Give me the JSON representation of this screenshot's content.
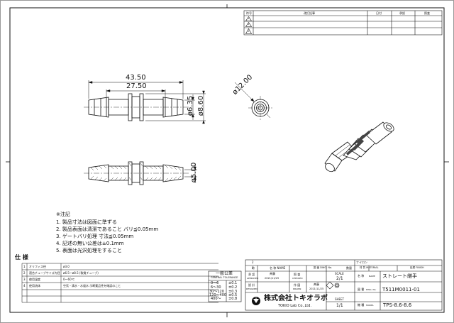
{
  "revision_table": {
    "headers": {
      "no": "符号",
      "desc": "改訂記事",
      "date": "日付",
      "approval": "承認",
      "check": "照査"
    },
    "marks": [
      "1",
      "2",
      "3"
    ]
  },
  "front_view": {
    "overall_length": "43.50",
    "inner_length": "27.50",
    "diameter_inner": "ø6.35",
    "diameter_outer": "ø8.60"
  },
  "section_view": {
    "bore": "ø5.00"
  },
  "end_view": {
    "flange": "ø12.00"
  },
  "notes": {
    "heading": "※注記",
    "items": [
      "1. 製品寸法は図面に準ずる",
      "2. 製品表面は清潔であること バリ≦0.05mm",
      "3. ゲートバリ処理 寸法≦0.05mm",
      "4. 記述の無い公差は±0.1mm",
      "5. 表面は光沢処理をすること"
    ]
  },
  "spec": {
    "heading": "仕 様",
    "rows": [
      {
        "no": "1",
        "label": "オリフィス径",
        "value": "ø3.0"
      },
      {
        "no": "2",
        "label": "適合チューブサイズ内径",
        "value": "ø6.5～ø8.5 (軟質チューブ)"
      },
      {
        "no": "3",
        "label": "使用温度",
        "value": "0～60℃"
      },
      {
        "no": "4",
        "label": "使用流体",
        "value": "空気・清水・水道水  示断薬品性を確認のこと"
      }
    ]
  },
  "tolerance": {
    "title": "一般公差",
    "subtitle": "GENERAL TOLERANCE",
    "rows": [
      {
        "range": "0～6",
        "tol": "±0.1"
      },
      {
        "range": "6～30",
        "tol": "±0.2"
      },
      {
        "range": "30～120",
        "tol": "±0.3"
      },
      {
        "range": "120～400",
        "tol": "±0.5"
      },
      {
        "range": "400～",
        "tol": "±0.8"
      }
    ]
  },
  "title_block": {
    "qty_marks": [
      "1",
      "2"
    ],
    "header": {
      "no_label": "符",
      "name_label": "名 称 NAME",
      "dwg_label": "図 番 DWG. No.",
      "qty_label": "数量",
      "material_label": "材 質 MATERIAL",
      "finish_label": "処理 FINISH"
    },
    "approved_label": "承 認",
    "approved_en": "APPROVED",
    "checked_label": "照 査",
    "checked_en": "CHECKED",
    "designed_label": "設 計",
    "designed_en": "DESIGNED",
    "drawn_label": "作 図",
    "drawn_en": "DRAWN",
    "approver": "斉藤",
    "approved_date": "2021/11/25",
    "drafter": "斉藤",
    "drawn_date": "2021/11/25",
    "scale_label": "SCALE",
    "scale": "2/1",
    "sheet_label": "SHEET",
    "sheet": "1/1",
    "material": "ナイロン",
    "name_row_label": "名 称",
    "name_row_en": "NAME",
    "name": "ストレート継手",
    "dwg_row_label": "図 番",
    "dwg_row_en": "DWG. No.",
    "dwg_no": "T511M0011-01",
    "model_row_label": "機 種",
    "model_row_en": "MODEL",
    "model": "TPS-8.6-8.6",
    "company": "株式会社トキオラボ",
    "company_en": "TOKIO Lab Co.,Ltd."
  }
}
